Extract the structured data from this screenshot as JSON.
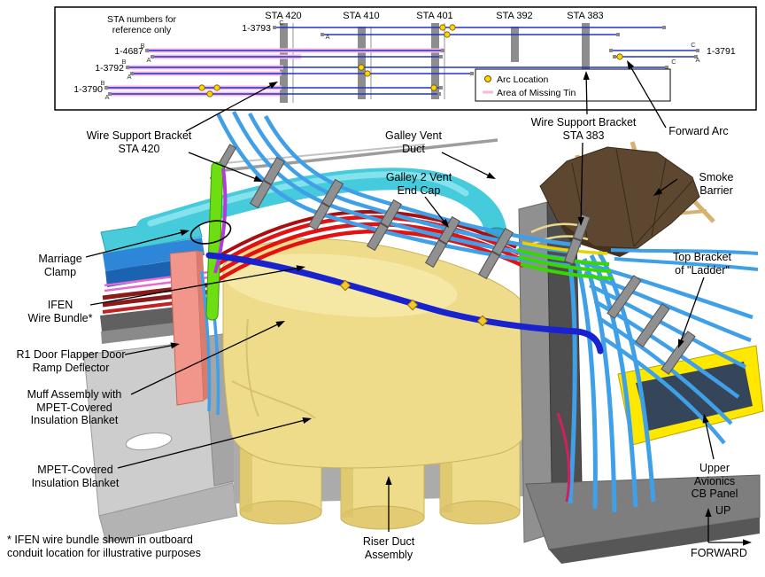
{
  "inset": {
    "note_line1": "STA numbers for",
    "note_line2": "reference only",
    "stations": [
      {
        "label": "STA 420"
      },
      {
        "label": "STA 410"
      },
      {
        "label": "STA 401"
      },
      {
        "label": "STA 392"
      },
      {
        "label": "STA 383"
      }
    ],
    "wires": [
      {
        "label": "1-3793"
      },
      {
        "label": "1-4687"
      },
      {
        "label": "1-3792"
      },
      {
        "label": "1-3790"
      },
      {
        "label": "1-3791"
      }
    ],
    "endpoint_letters": [
      "A",
      "B",
      "C"
    ],
    "legend": {
      "arc_location": "Arc Location",
      "missing_tin": "Area of Missing Tin"
    }
  },
  "labels": {
    "wire_support_bracket_sta420": "Wire Support Bracket\nSTA 420",
    "galley_vent_duct": "Galley Vent\nDuct",
    "galley_2_vent_end_cap": "Galley 2 Vent\nEnd Cap",
    "wire_support_bracket_sta383": "Wire Support Bracket\nSTA 383",
    "forward_arc": "Forward Arc",
    "smoke_barrier": "Smoke Barrier",
    "marriage_clamp": "Marriage\nClamp",
    "ifen_wire_bundle": "IFEN\nWire Bundle*",
    "r1_door_flapper": "R1 Door Flapper Door\nRamp Deflector",
    "muff_assembly": "Muff Assembly with\nMPET-Covered\nInsulation Blanket",
    "mpet_blanket": "MPET-Covered\nInsulation Blanket",
    "riser_duct_assembly": "Riser Duct\nAssembly",
    "top_bracket_ladder": "Top Bracket\nof \"Ladder\"",
    "upper_avionics_cb_panel": "Upper Avionics\nCB Panel"
  },
  "axes": {
    "up": "UP",
    "forward": "FORWARD"
  },
  "footnote": "* IFEN wire bundle shown in outboard\nconduit location for illustrative purposes",
  "colors": {
    "arc_dot": "#FFD400",
    "missing_tin_pink": "#F6B8DC",
    "schematic_wire_blue": "#2233CC",
    "galley_duct_cyan": "#45CBDB",
    "insulation_yellow": "#EFDC8A",
    "smoke_barrier_brown": "#5E4730",
    "wire_bundle_blue": "#3FA0E8",
    "ifen_wire_darkblue": "#1822CF",
    "wire_red": "#E31212",
    "wire_green": "#35D800",
    "deflector_salmon": "#F2968C",
    "cb_panel_yellow": "#FFE800"
  }
}
